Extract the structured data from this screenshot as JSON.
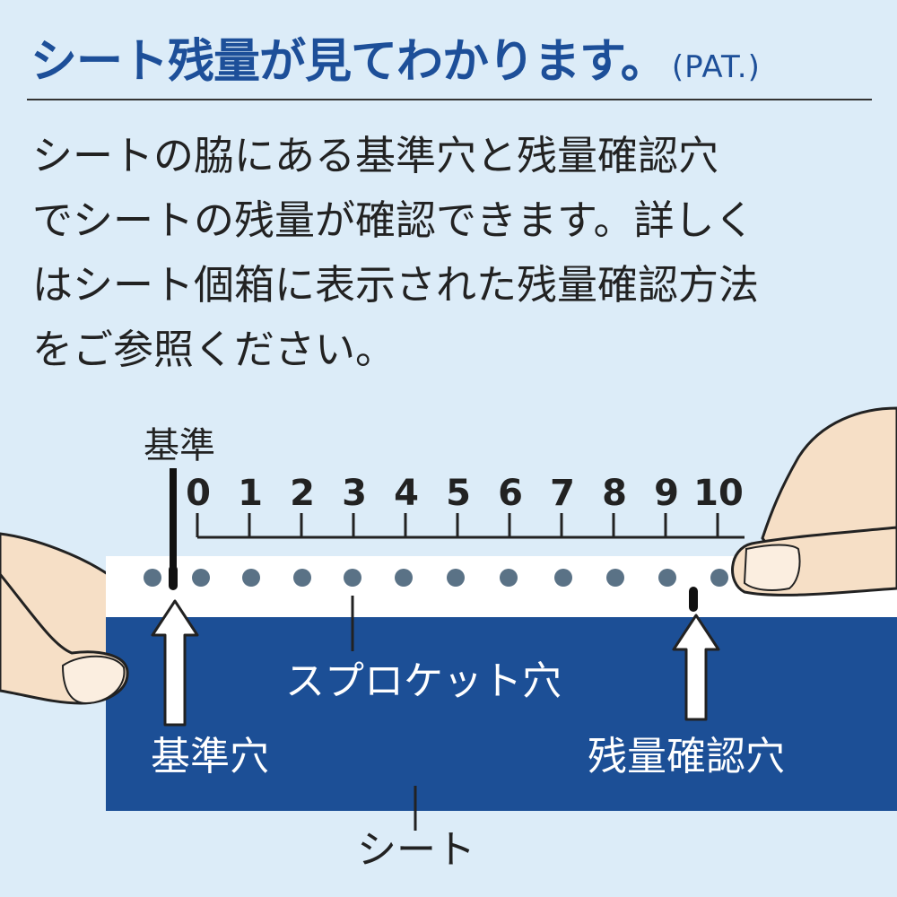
{
  "title": {
    "main": "シート残量が見てわかります。",
    "suffix": "(PAT.)"
  },
  "description_lines": [
    "シートの脇にある基準穴と残量確認穴",
    "でシートの残量が確認できます。詳しく",
    "はシート個箱に表示された残量確認方法",
    "をご参照ください。"
  ],
  "diagram": {
    "reference_label": "基準",
    "scale_ticks": [
      "0",
      "1",
      "2",
      "3",
      "4",
      "5",
      "6",
      "7",
      "8",
      "9",
      "10"
    ],
    "sprocket_label": "スプロケット穴",
    "reference_hole_label": "基準穴",
    "remaining_hole_label": "残量確認穴",
    "sheet_label": "シート"
  },
  "colors": {
    "background": "#dcecf8",
    "title": "#1d4f99",
    "sheet": "#1c4f96",
    "sprocket_hole": "#5a7286",
    "skin": "#f6dfc6"
  }
}
